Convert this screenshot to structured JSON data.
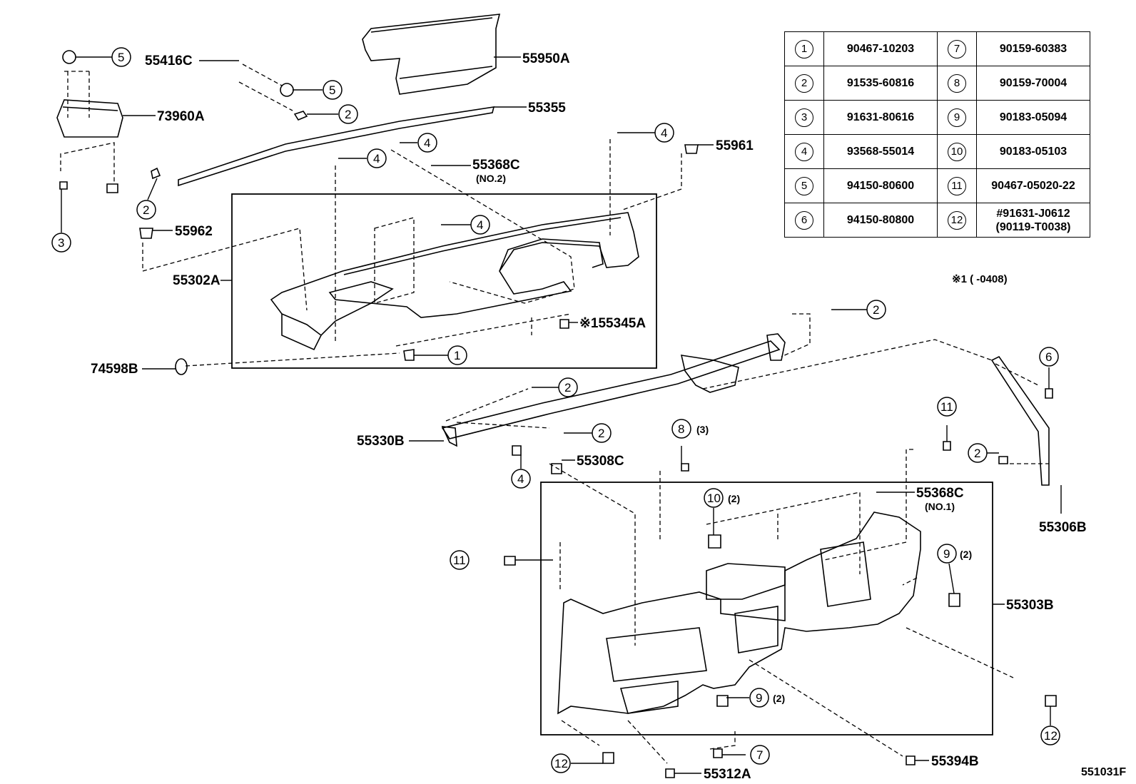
{
  "parts": {
    "p55416C": "55416C",
    "p55950A": "55950A",
    "p73960A": "73960A",
    "p55355": "55355",
    "p55368C_2": "55368C",
    "p55368C_2_note": "(NO.2)",
    "p55961": "55961",
    "p55962": "55962",
    "p55302A": "55302A",
    "p55345A": "※155345A",
    "p74598B": "74598B",
    "p55330B": "55330B",
    "p55308C": "55308C",
    "p55368C_1": "55368C",
    "p55368C_1_note": "(NO.1)",
    "p55306B": "55306B",
    "p55303B": "55303B",
    "p55394B": "55394B",
    "p55312A": "55312A"
  },
  "callouts": {
    "c1": "1",
    "c2": "2",
    "c3": "3",
    "c4": "4",
    "c5": "5",
    "c6": "6",
    "c7": "7",
    "c8": "8",
    "c9": "9",
    "c10": "10",
    "c11": "11",
    "c12": "12"
  },
  "quantities": {
    "q3": "(3)",
    "q2": "(2)"
  },
  "reference_table": [
    {
      "left_num": "1",
      "left_part": "90467-10203",
      "right_num": "7",
      "right_part": "90159-60383"
    },
    {
      "left_num": "2",
      "left_part": "91535-60816",
      "right_num": "8",
      "right_part": "90159-70004"
    },
    {
      "left_num": "3",
      "left_part": "91631-80616",
      "right_num": "9",
      "right_part": "90183-05094"
    },
    {
      "left_num": "4",
      "left_part": "93568-55014",
      "right_num": "10",
      "right_part": "90183-05103"
    },
    {
      "left_num": "5",
      "left_part": "94150-80600",
      "right_num": "11",
      "right_part": "90467-05020-22"
    },
    {
      "left_num": "6",
      "left_part": "94150-80800",
      "right_num": "12",
      "right_part": "#91631-J0612",
      "right_part_2": "(90119-T0038)"
    }
  ],
  "footnote": "※1 (    -0408)",
  "diagram_id": "551031F"
}
